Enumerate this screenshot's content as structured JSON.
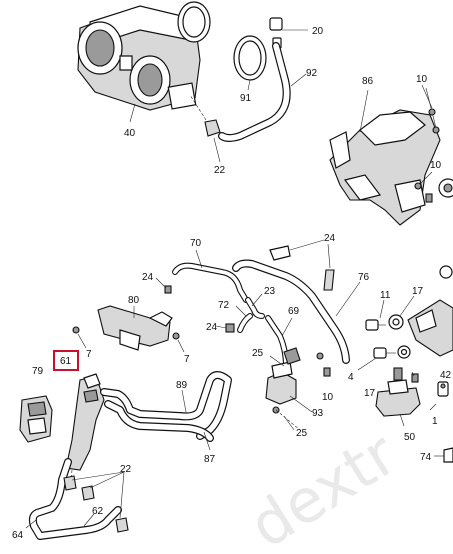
{
  "diagram": {
    "watermark": "dextr",
    "highlight_color": "#c8102e",
    "highlighted_callout": "61",
    "callouts": {
      "c20": "20",
      "c92": "92",
      "c91": "91",
      "c40": "40",
      "c22a": "22",
      "c86": "86",
      "c10a": "10",
      "c10b": "10",
      "c24a": "24",
      "c70": "70",
      "c24b": "24",
      "c23": "23",
      "c76": "76",
      "c11": "11",
      "c17a": "17",
      "c80": "80",
      "c72": "72",
      "c69": "69",
      "c24c": "24",
      "c7a": "7",
      "c7b": "7",
      "c61": "61",
      "c79": "79",
      "c25a": "25",
      "c89": "89",
      "c4": "4",
      "c10c": "10",
      "c93": "93",
      "c25b": "25",
      "c17b": "17",
      "c42": "42",
      "c50": "50",
      "c1": "1",
      "c87": "87",
      "c22b": "22",
      "c74": "74",
      "c62": "62",
      "c64": "64"
    }
  }
}
